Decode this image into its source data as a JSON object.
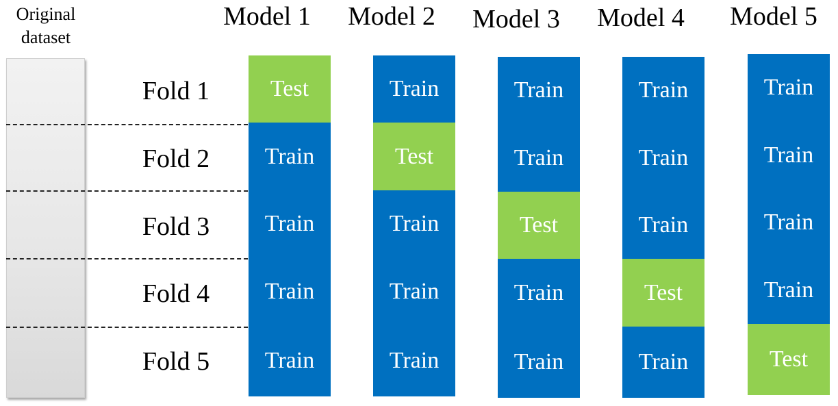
{
  "dataset": {
    "label_line1": "Original",
    "label_line2": "dataset"
  },
  "folds": [
    "Fold 1",
    "Fold 2",
    "Fold 3",
    "Fold 4",
    "Fold 5"
  ],
  "models": [
    {
      "title": "Model 1",
      "cells": [
        "Test",
        "Train",
        "Train",
        "Train",
        "Train"
      ]
    },
    {
      "title": "Model 2",
      "cells": [
        "Train",
        "Test",
        "Train",
        "Train",
        "Train"
      ]
    },
    {
      "title": "Model 3",
      "cells": [
        "Train",
        "Train",
        "Test",
        "Train",
        "Train"
      ]
    },
    {
      "title": "Model 4",
      "cells": [
        "Train",
        "Train",
        "Train",
        "Test",
        "Train"
      ]
    },
    {
      "title": "Model 5",
      "cells": [
        "Train",
        "Train",
        "Train",
        "Train",
        "Test"
      ]
    }
  ],
  "colors": {
    "train": "#0070c0",
    "test": "#92d050"
  }
}
